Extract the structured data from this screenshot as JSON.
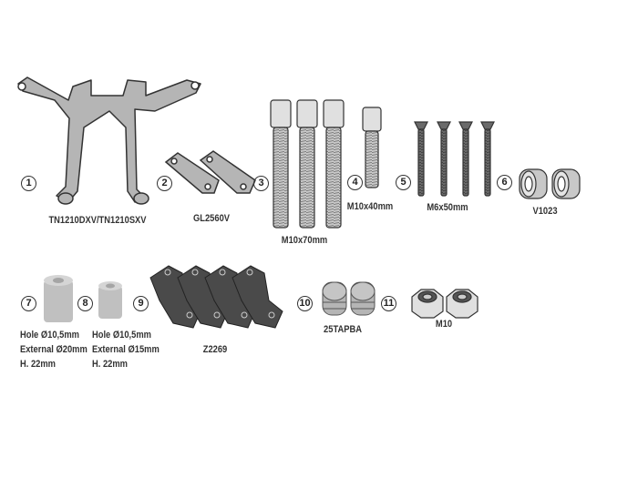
{
  "parts": [
    {
      "number": "1",
      "code": "TN1210DXV/TN1210SXV"
    },
    {
      "number": "2",
      "code": "GL2560V"
    },
    {
      "number": "3",
      "code": "M10x70mm"
    },
    {
      "number": "4",
      "code": "M10x40mm"
    },
    {
      "number": "5",
      "code": "M6x50mm"
    },
    {
      "number": "6",
      "code": "V1023"
    },
    {
      "number": "7",
      "lines": [
        "Hole Ø10,5mm",
        "External Ø20mm",
        "H. 22mm"
      ]
    },
    {
      "number": "8",
      "lines": [
        "Hole Ø10,5mm",
        "External Ø15mm",
        "H. 22mm"
      ]
    },
    {
      "number": "9",
      "code": "Z2269"
    },
    {
      "number": "10",
      "code": "25TAPBA"
    },
    {
      "number": "11",
      "code": "M10"
    }
  ],
  "colors": {
    "part_gray": "#b5b5b5",
    "part_dark": "#4a4a4a",
    "outline": "#333333"
  }
}
